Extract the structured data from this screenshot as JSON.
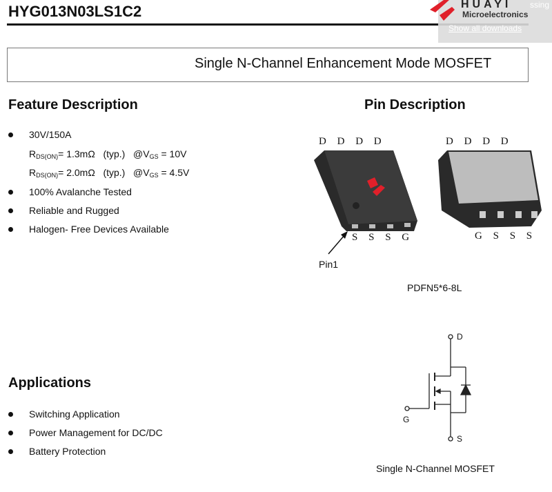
{
  "header": {
    "part_number": "HYG013N03LS1C2",
    "logo_text": "HUAYI",
    "logo_subtext": "Microelectronics",
    "product_type": "Single N-Channel Enhancement Mode MOSFET"
  },
  "download_popup": {
    "status_fragment": "ssing",
    "link": "Show all downloads"
  },
  "features": {
    "heading": "Feature Description",
    "items": [
      "30V/150A",
      "100% Avalanche Tested",
      "Reliable and Rugged",
      "Halogen- Free Devices Available"
    ],
    "rdson": [
      {
        "prefix": "R",
        "sub": "DS(ON)",
        "value": "= 1.3mΩ",
        "typ": "(typ.)",
        "cond": "@V",
        "cond_sub": "GS",
        "cond_val": " = 10V"
      },
      {
        "prefix": "R",
        "sub": "DS(ON)",
        "value": "= 2.0mΩ",
        "typ": "(typ.)",
        "cond": "@V",
        "cond_sub": "GS",
        "cond_val": " = 4.5V"
      }
    ]
  },
  "pins": {
    "heading": "Pin Description",
    "top_left": [
      "D",
      "D",
      "D",
      "D"
    ],
    "bottom_left": [
      "S",
      "S",
      "S",
      "G"
    ],
    "top_right": [
      "D",
      "D",
      "D",
      "D"
    ],
    "bottom_right": [
      "G",
      "S",
      "S",
      "S"
    ],
    "pin1_label": "Pin1",
    "package": "PDFN5*6-8L"
  },
  "applications": {
    "heading": "Applications",
    "items": [
      "Switching Application",
      "Power Management for DC/DC",
      "Battery Protection"
    ]
  },
  "symbol": {
    "drain": "D",
    "gate": "G",
    "source": "S",
    "caption": "Single N-Channel MOSFET"
  },
  "colors": {
    "brand_red": "#e0202a",
    "package_body": "#3a3a3a",
    "pad": "#bdbdbd"
  }
}
